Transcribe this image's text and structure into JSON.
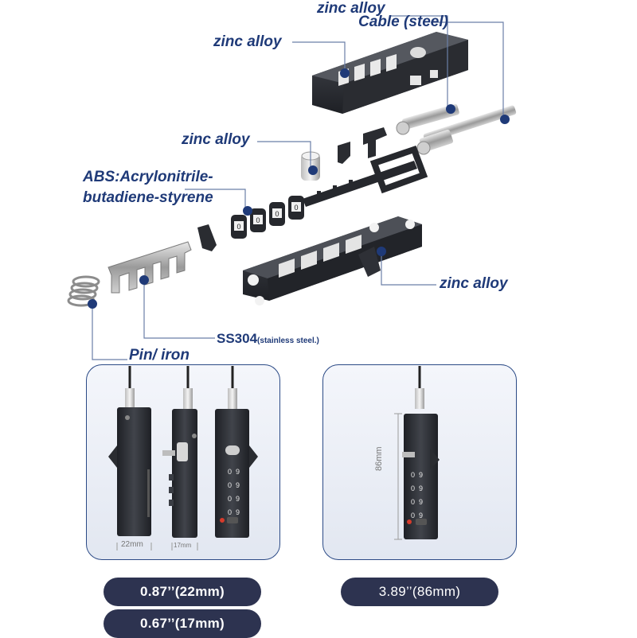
{
  "callouts": {
    "zinc_top": "zinc alloy",
    "cable": "Cable (steel)",
    "zinc_cover": "zinc alloy",
    "zinc_pin": "zinc alloy",
    "abs_line1": "ABS:Acrylonitrile-",
    "abs_line2": "butadiene-styrene",
    "zinc_base": "zinc alloy",
    "ss304": "SS304",
    "ss304_note": "(stainless steel.)",
    "pin_iron": "Pin/ iron"
  },
  "dimensions": {
    "width_22": "22mm",
    "width_17": "17mm",
    "height_86": "86mm"
  },
  "pills": {
    "width_wide": "0.87’’(22mm)",
    "width_narrow": "0.67’’(17mm)",
    "height": "3.89’’(86mm)"
  },
  "digits": [
    "0",
    "9"
  ],
  "colors": {
    "accent": "#1f3a78",
    "pill_bg": "#2d3350",
    "panel_border": "#2b4a86",
    "lock_body": "#2a2d33"
  }
}
